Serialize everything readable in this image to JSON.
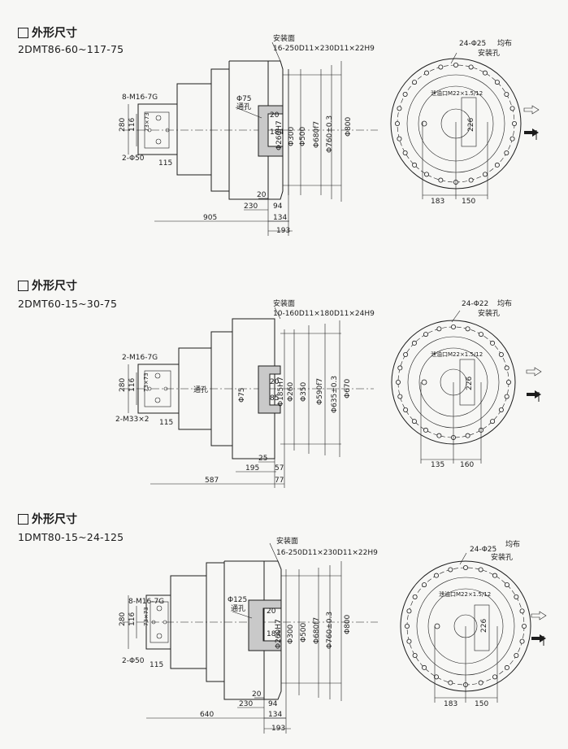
{
  "sections": [
    {
      "heading": "外形尺寸",
      "model": "2DMT86-60~117-75",
      "side": {
        "mount_face": "安装面",
        "spline": "16-250D11×230D11×22H9",
        "thread": "8-M16-7G",
        "bore": "Φ75",
        "through_hole": "通孔",
        "port_pair": "2-Φ50",
        "d_small": "Φ260H7",
        "d1": "Φ300",
        "d2": "Φ500",
        "d3": "Φ680f7",
        "d4": "Φ760±0.3",
        "d5": "Φ800",
        "h280": "280",
        "h116": "116",
        "h73": "73×73",
        "w115": "115",
        "w20": "20",
        "w184": "184",
        "w20b": "20",
        "w230": "230",
        "w94": "94",
        "w905": "905",
        "w134": "134",
        "w193": "193"
      },
      "front": {
        "holes": "24-Φ25",
        "spread": "均布",
        "mount_hole": "安装孔",
        "oil_port": "泄油口M22×1.5/12",
        "h226": "226",
        "w183": "183",
        "w150": "150"
      }
    },
    {
      "heading": "外形尺寸",
      "model": "2DMT60-15~30-75",
      "side": {
        "mount_face": "安装面",
        "spline": "10-160D11×180D11×24H9",
        "thread": "2-M16-7G",
        "bore": "Φ75",
        "through_hole": "通孔",
        "port_pair": "2-M33×2",
        "d_small": "Φ185H7",
        "d1": "Φ260",
        "d2": "Φ350",
        "d3": "Φ590f7",
        "d4": "Φ635±0.3",
        "d5": "Φ670",
        "h280": "280",
        "h116": "116",
        "h73": "73×73",
        "w115": "115",
        "w20": "20",
        "w85": "85",
        "w25": "25",
        "w195": "195",
        "w57": "57",
        "w587": "587",
        "w77": "77"
      },
      "front": {
        "holes": "24-Φ22",
        "spread": "均布",
        "mount_hole": "安装孔",
        "oil_port": "泄油口M22×1.5/12",
        "h226": "226",
        "w135": "135",
        "w160": "160"
      }
    },
    {
      "heading": "外形尺寸",
      "model": "1DMT80-15~24-125",
      "side": {
        "mount_face": "安装面",
        "spline": "16-250D11×230D11×22H9",
        "thread": "8-M16-7G",
        "bore": "Φ125",
        "through_hole": "通孔",
        "port_pair": "2-Φ50",
        "d_small": "Φ260H7",
        "d1": "Φ300",
        "d2": "Φ500",
        "d3": "Φ680f7",
        "d4": "Φ760±0.3",
        "d5": "Φ800",
        "h280": "280",
        "h116": "116",
        "h73": "73×73",
        "w115": "115",
        "w20": "20",
        "w184": "184",
        "w20b": "20",
        "w230": "230",
        "w94": "94",
        "w640": "640",
        "w134": "134",
        "w193": "193"
      },
      "front": {
        "holes": "24-Φ25",
        "spread": "均布",
        "mount_hole": "安装孔",
        "oil_port": "泄油口M22×1.5/12",
        "h226": "226",
        "w183": "183",
        "w150": "150"
      }
    }
  ]
}
